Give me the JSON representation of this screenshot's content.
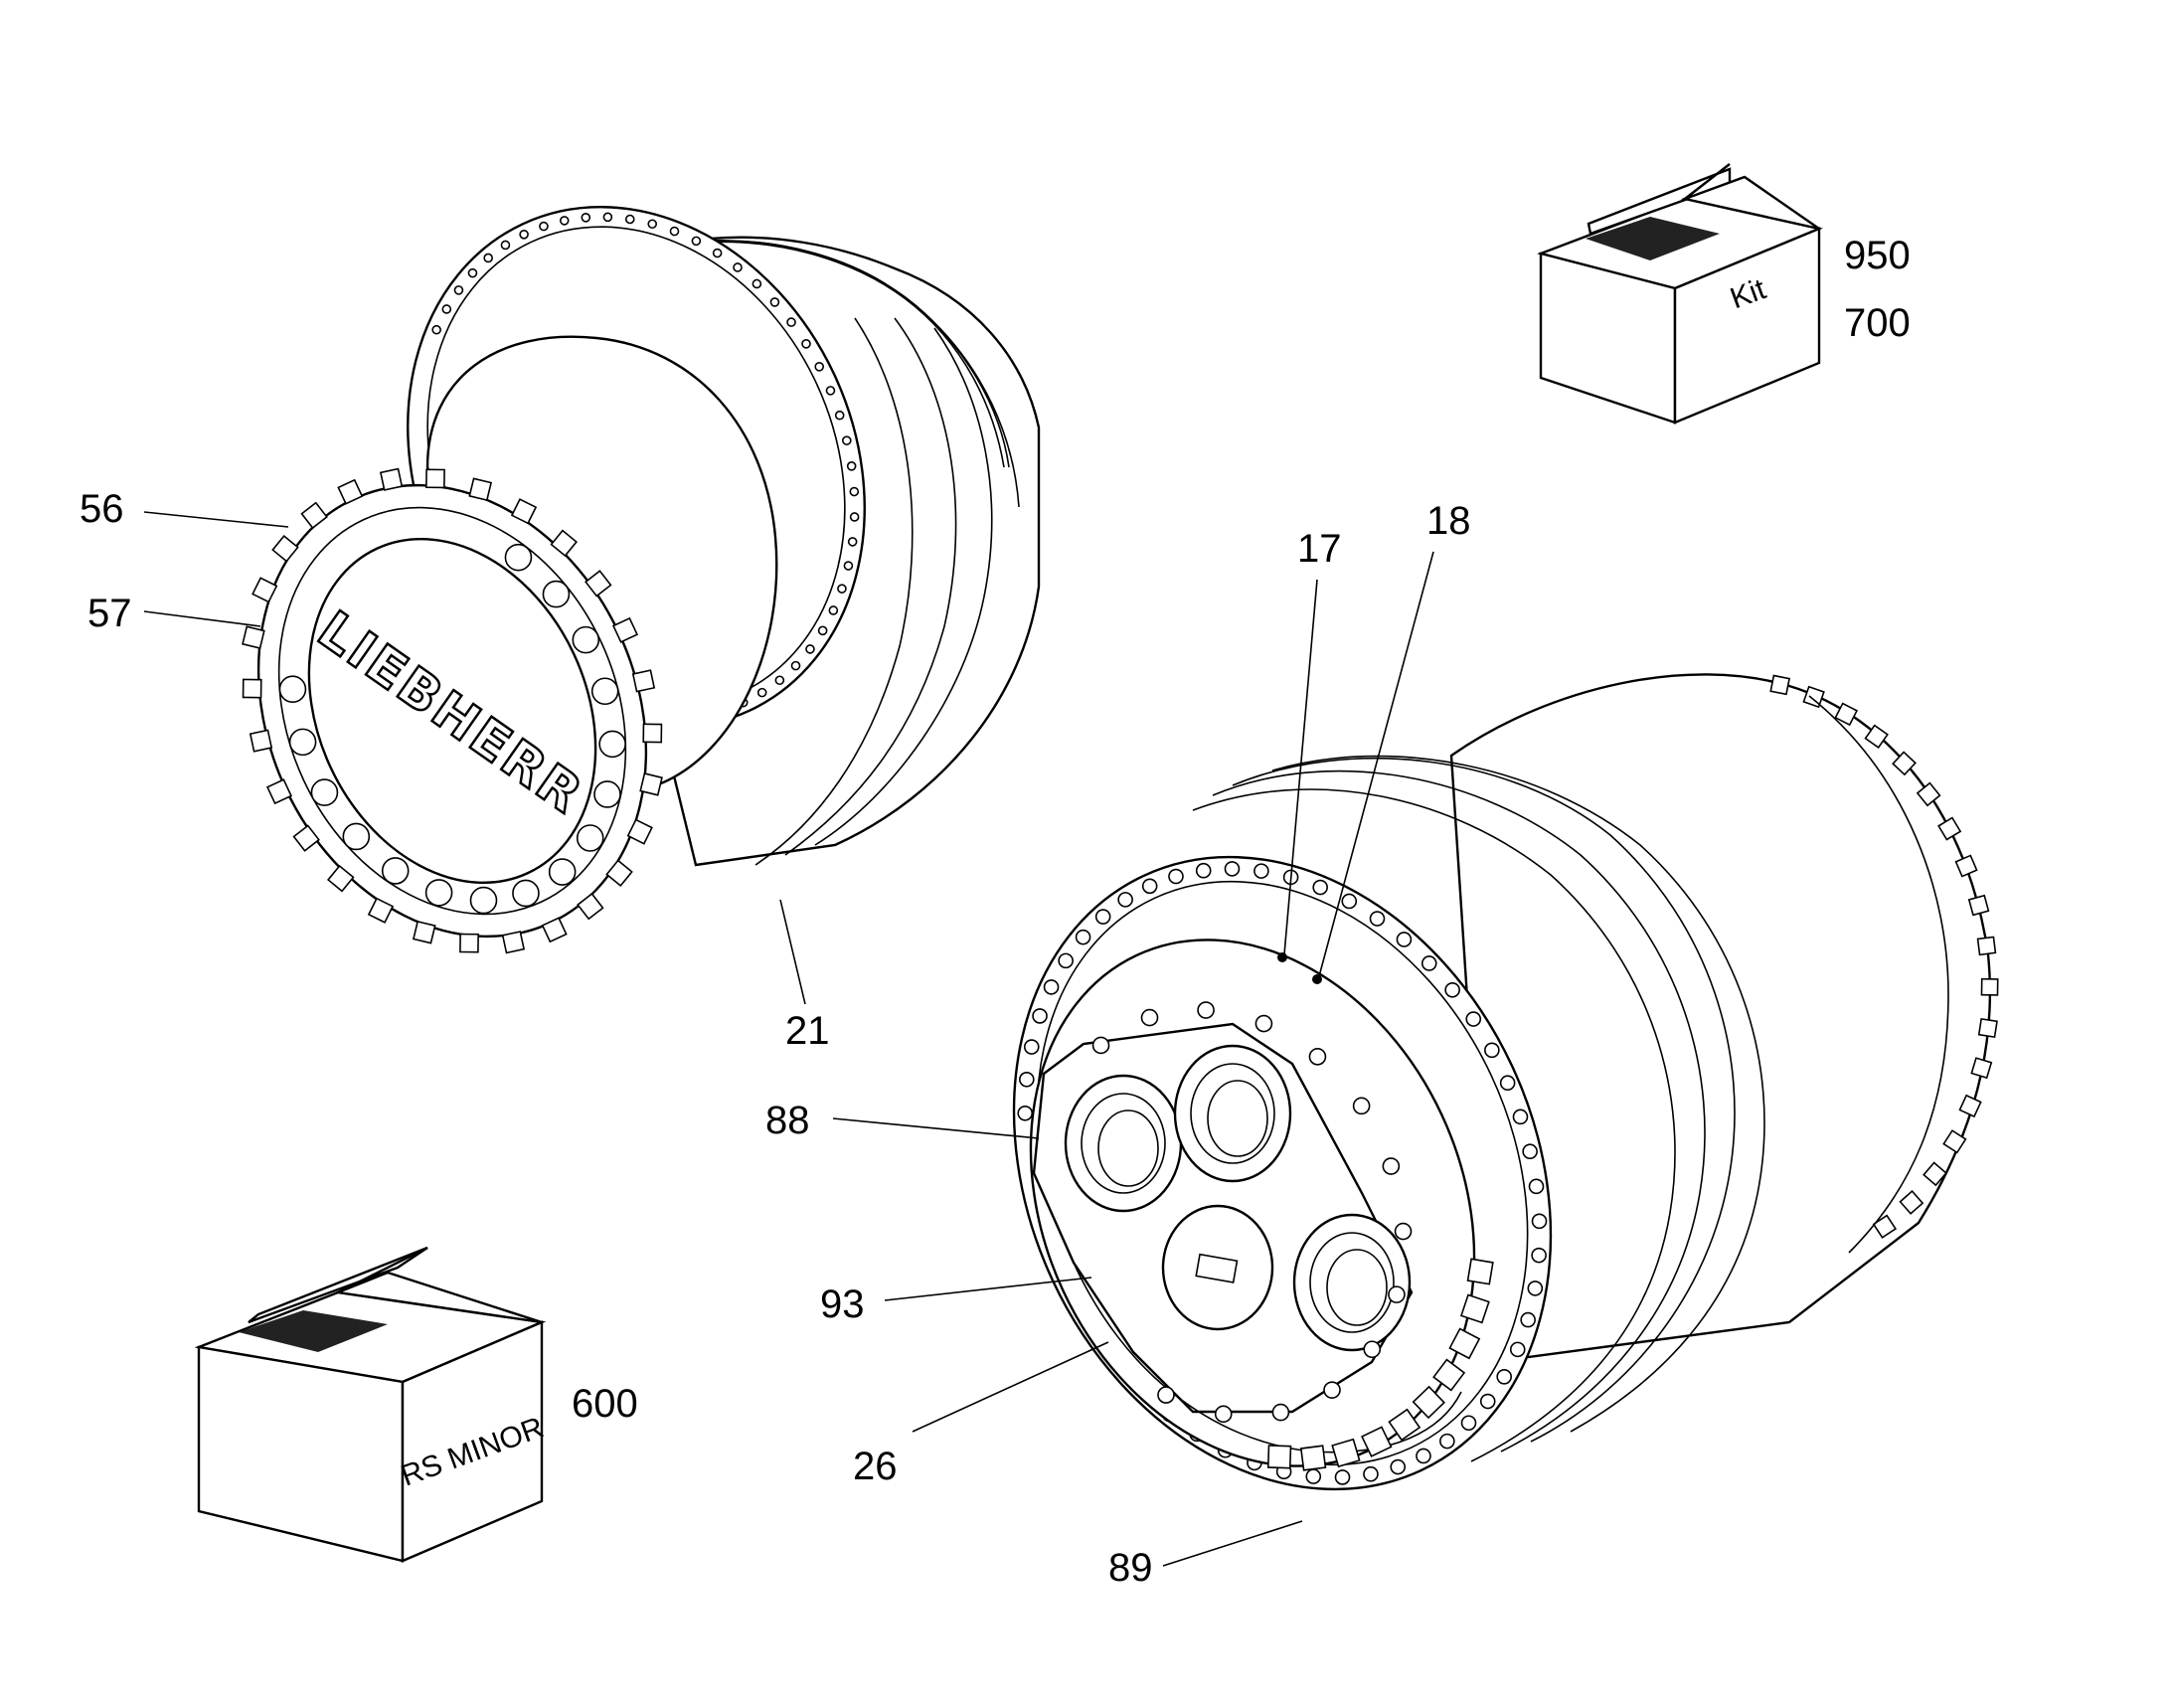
{
  "diagram": {
    "logo_text": "LIEBHERR",
    "callouts": [
      {
        "id": "56",
        "label": "56"
      },
      {
        "id": "57",
        "label": "57"
      },
      {
        "id": "21",
        "label": "21"
      },
      {
        "id": "17",
        "label": "17"
      },
      {
        "id": "18",
        "label": "18"
      },
      {
        "id": "88",
        "label": "88"
      },
      {
        "id": "93",
        "label": "93"
      },
      {
        "id": "26",
        "label": "26"
      },
      {
        "id": "89",
        "label": "89"
      },
      {
        "id": "950",
        "label": "950"
      },
      {
        "id": "700",
        "label": "700"
      },
      {
        "id": "600",
        "label": "600"
      }
    ],
    "kit_box": {
      "label": "Kit"
    },
    "rs_minor_box": {
      "label": "RS MINOR"
    },
    "colors": {
      "line": "#000000",
      "background": "#ffffff",
      "box_band": "#222222"
    }
  }
}
